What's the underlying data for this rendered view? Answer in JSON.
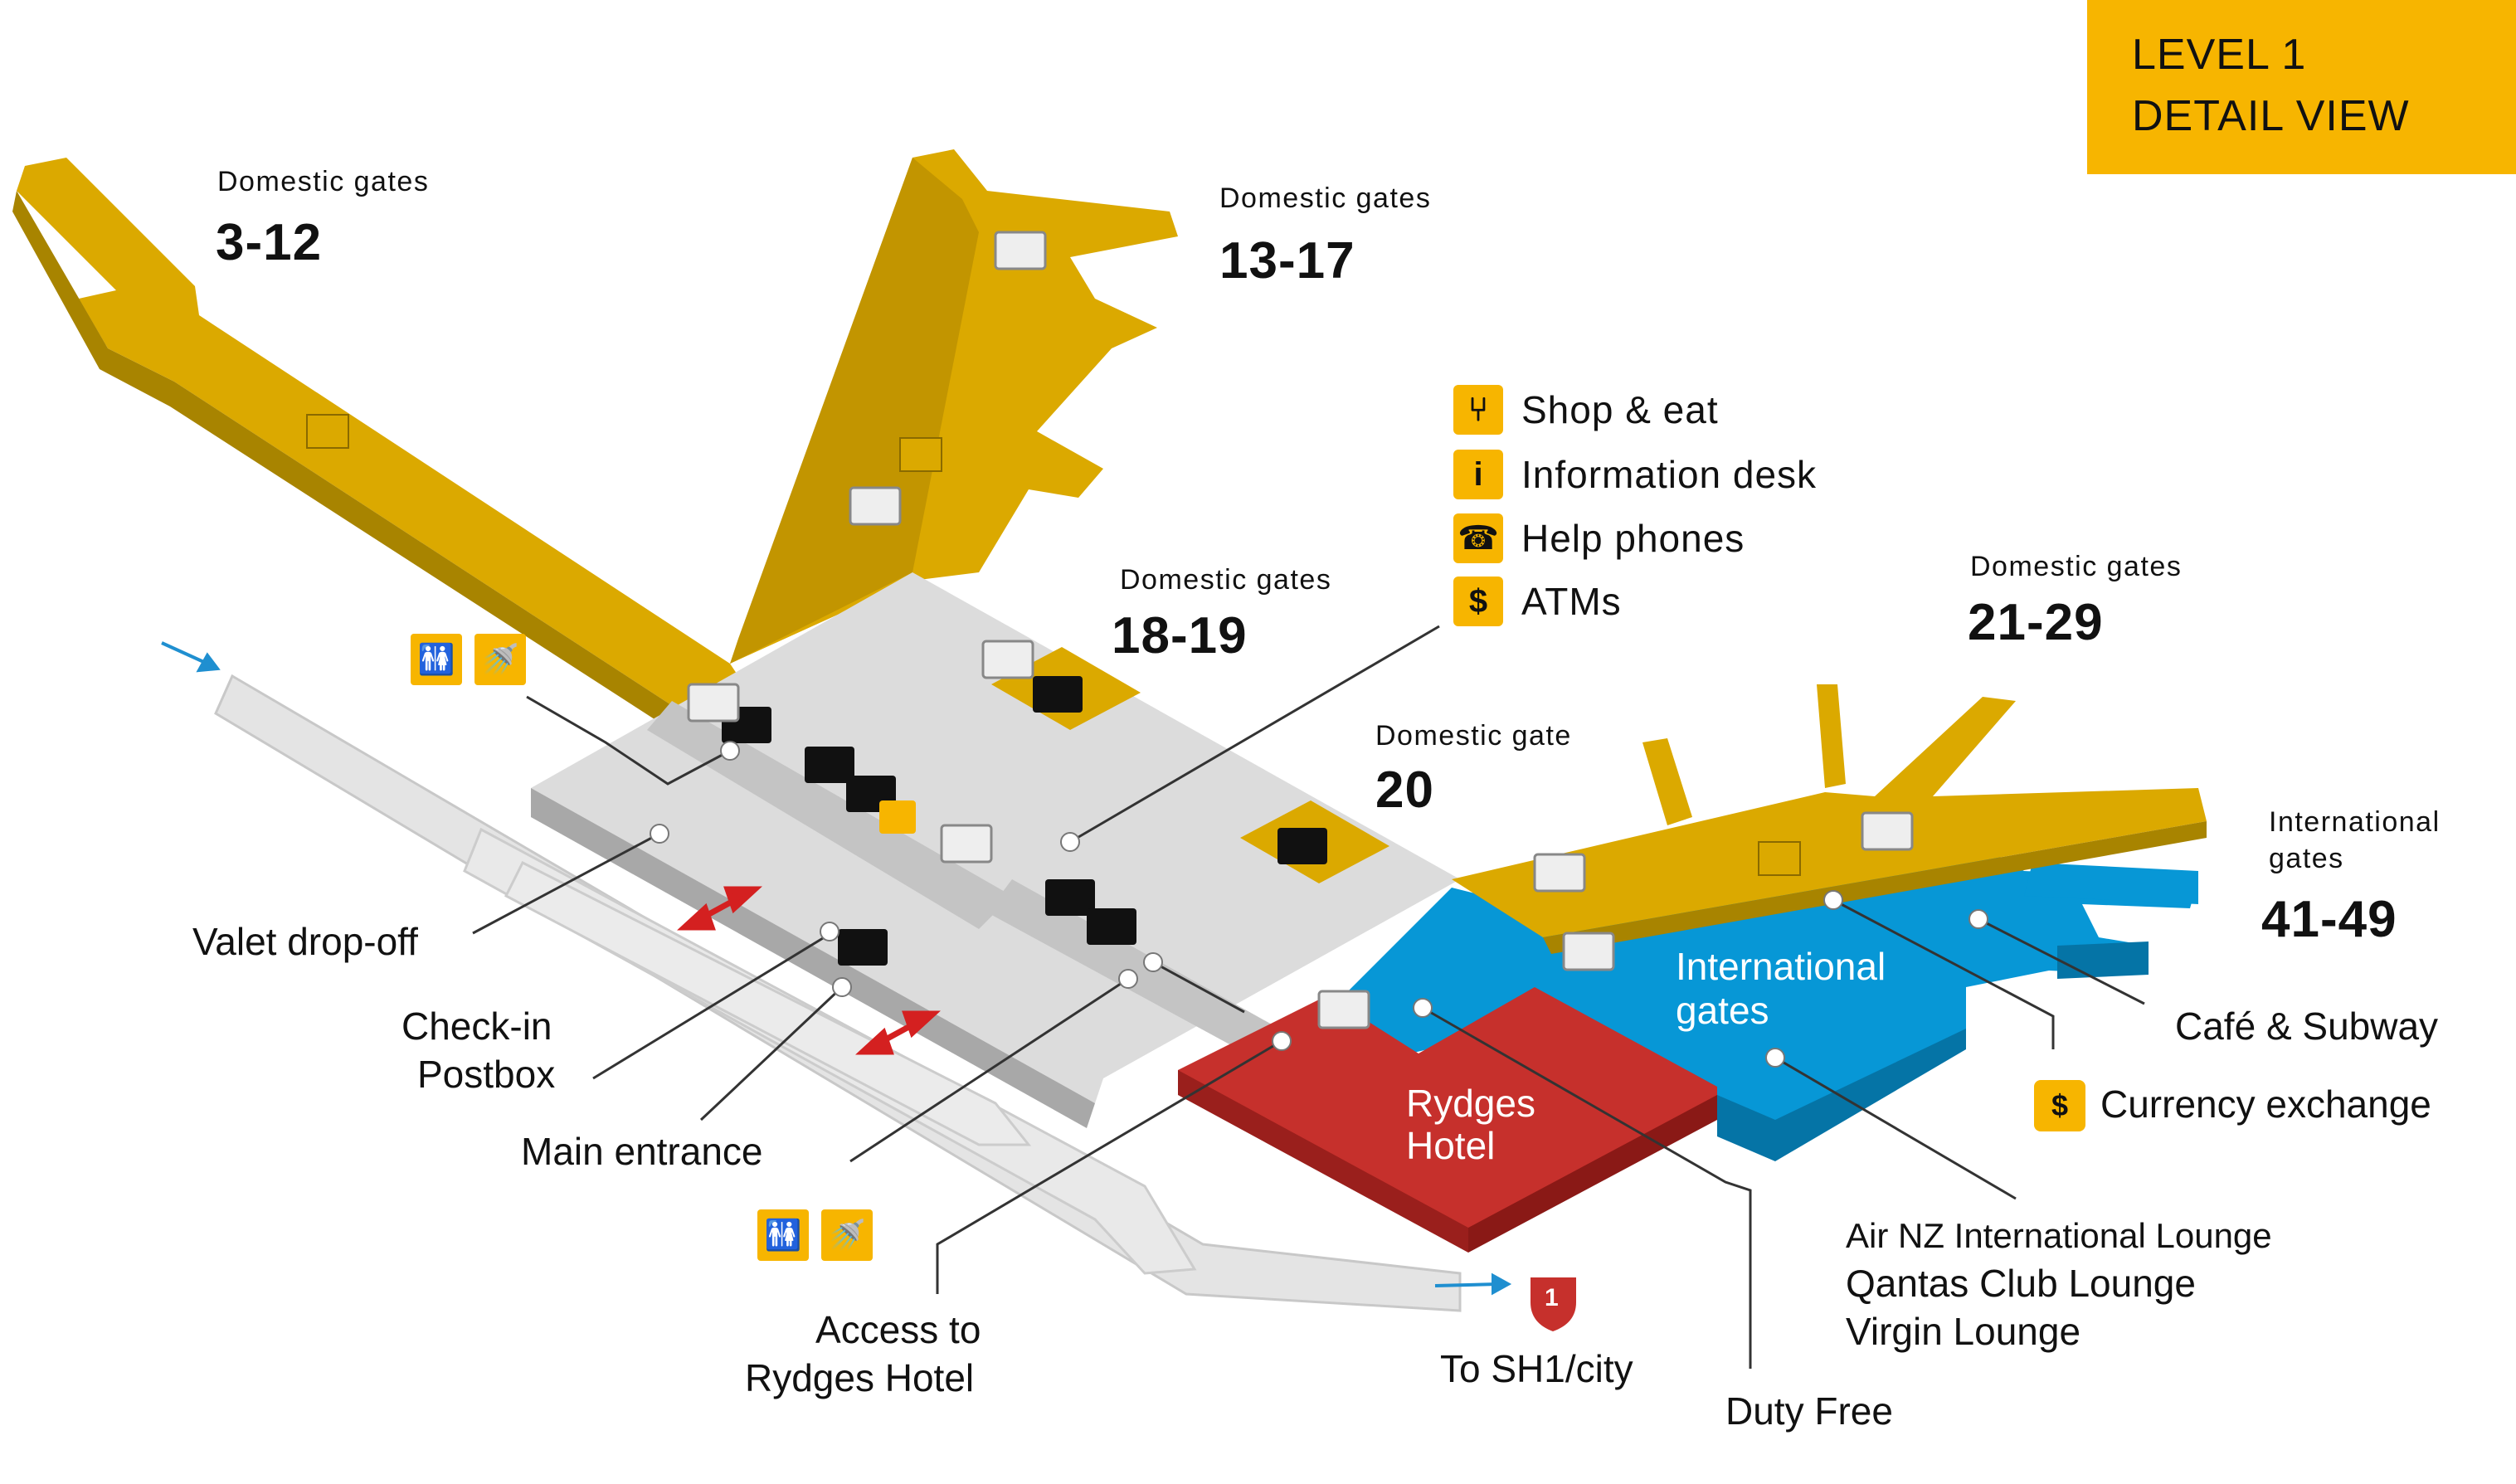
{
  "level": {
    "line1": "LEVEL 1",
    "line2": "DETAIL VIEW"
  },
  "legend": [
    {
      "icon": "shop-eat-icon",
      "glyph": "⑂",
      "label": "Shop & eat"
    },
    {
      "icon": "information-icon",
      "glyph": "i",
      "label": "Information desk"
    },
    {
      "icon": "help-phone-icon",
      "glyph": "☎",
      "label": "Help phones"
    },
    {
      "icon": "atm-icon",
      "glyph": "$",
      "label": "ATMs"
    }
  ],
  "gates": {
    "g3_12": {
      "title": "Domestic gates",
      "number": "3-12"
    },
    "g13_17": {
      "title": "Domestic gates",
      "number": "13-17"
    },
    "g18_19": {
      "title": "Domestic gates",
      "number": "18-19"
    },
    "g20": {
      "title": "Domestic gate",
      "number": "20"
    },
    "g21_29": {
      "title": "Domestic gates",
      "number": "21-29"
    },
    "g41_49": {
      "title_line1": "International",
      "title_line2": "gates",
      "number": "41-49"
    }
  },
  "areas": {
    "international": {
      "line1": "International",
      "line2": "gates"
    },
    "rydges": {
      "line1": "Rydges",
      "line2": "Hotel"
    }
  },
  "labels": {
    "valet": "Valet drop-off",
    "checkin_line1": "Check-in",
    "checkin_line2": "Postbox",
    "main_entrance": "Main entrance",
    "access_line1": "Access to",
    "access_line2": "Rydges Hotel",
    "to_sh1": "To SH1/city",
    "sh1_shield": "1",
    "duty_free": "Duty Free",
    "lounge1": "Air NZ International Lounge",
    "lounge2": "Qantas Club Lounge",
    "lounge3": "Virgin Lounge",
    "cafe": "Café & Subway",
    "currency": "Currency exchange"
  },
  "colors": {
    "domestic": "#dba900",
    "domestic_side": "#b08800",
    "international": "#0797d6",
    "hotel": "#c6302c",
    "terminal": "#dcdcdc",
    "road": "#e2e2e2",
    "accent": "#f7b500",
    "arrow_red": "#d42020",
    "arrow_blue": "#1f8fd0"
  },
  "amenity_icons": [
    "toilets-icon",
    "shower-icon",
    "lift-icon",
    "escalator-icon",
    "baggage-icon",
    "accessible-icon"
  ]
}
